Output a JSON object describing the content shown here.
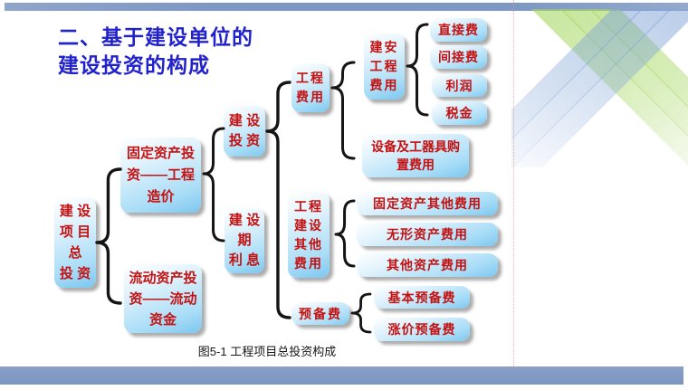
{
  "slide": {
    "title_line1": "二、基于建设单位的",
    "title_line2": "建设投资的构成",
    "caption": "图5-1 工程项目总投资构成"
  },
  "colors": {
    "title_text": "#2222cc",
    "node_text": "#c41111",
    "node_fill": "#7cc6ef",
    "bar": "#7e98c4",
    "brace": "#141414",
    "stripe_green": "#a3d65c",
    "stripe_blue": "#7da2d6"
  },
  "diagram": {
    "nodes": {
      "total": "建 设\n项 目\n总\n投 资",
      "fixed_asset": "固定资产投\n资——工程\n造价",
      "working_capital": "流动资产投\n资——流动\n资金",
      "construction_investment": "建 设\n投 资",
      "construction_interest": "建 设\n期\n利 息",
      "engineering_cost": "工程\n费用",
      "other_construction_cost": "工程\n建设\n其他\n费用",
      "reserve_fee": "预备费",
      "construction_installation": "建安\n工程\n费用",
      "equipment_tools": "设备及工器具购\n置费用",
      "direct_cost": "直接费",
      "indirect_cost": "间接费",
      "profit": "利润",
      "tax": "税金",
      "fixed_asset_other_cost": "固定资产其他费用",
      "intangible_asset_cost": "无形资产费用",
      "other_asset_cost": "其他资产费用",
      "basic_reserve": "基本预备费",
      "price_escalation_reserve": "涨价预备费"
    }
  }
}
